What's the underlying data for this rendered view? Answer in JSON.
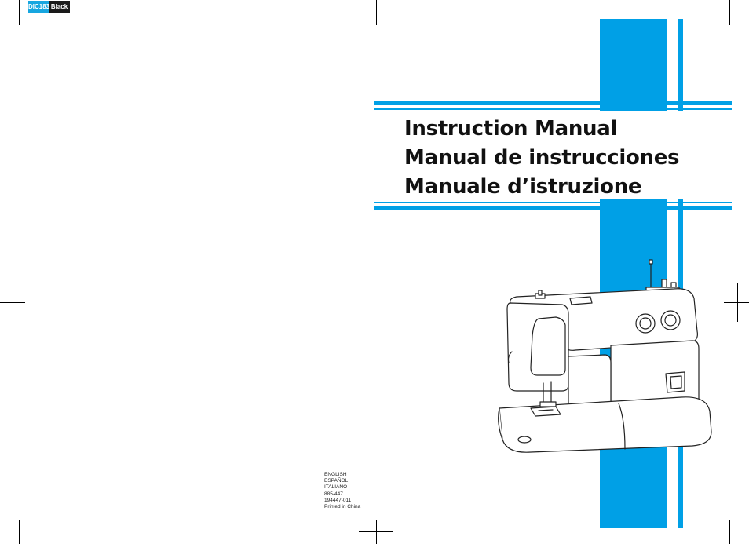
{
  "tag": {
    "code": "DIC183",
    "color_label": "Black",
    "code_color": "#17a6e0",
    "label_color": "#1a1a1a"
  },
  "title": {
    "lines": [
      "Instruction Manual",
      "Manual de instrucciones",
      "Manuale d’istruzione"
    ]
  },
  "info": {
    "lines": [
      "ENGLISH",
      "ESPAÑOL",
      "ITALIANO",
      "885-447",
      "194447-011",
      "Printed in China"
    ]
  },
  "colors": {
    "accent_blue": "#00a0e6",
    "text": "#111111"
  },
  "illustration": {
    "icon": "sewing-machine-icon"
  }
}
